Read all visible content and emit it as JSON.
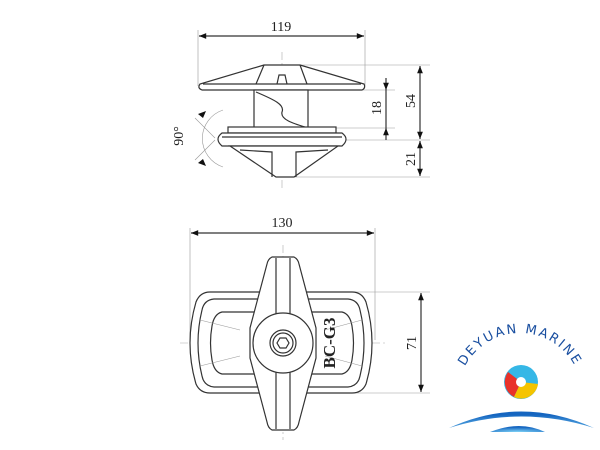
{
  "dimensions": {
    "side_width": "119",
    "side_height_total": "54",
    "side_upper": "18",
    "side_lower": "21",
    "rotation_angle": "90°",
    "top_width": "130",
    "top_height": "71"
  },
  "part_label": "BC-G3",
  "logo": {
    "text": "DEYUAN MARINE",
    "colors": {
      "red": "#e8322a",
      "yellow": "#f5c400",
      "cyan": "#35b7e6",
      "blue": "#1565c0"
    }
  }
}
